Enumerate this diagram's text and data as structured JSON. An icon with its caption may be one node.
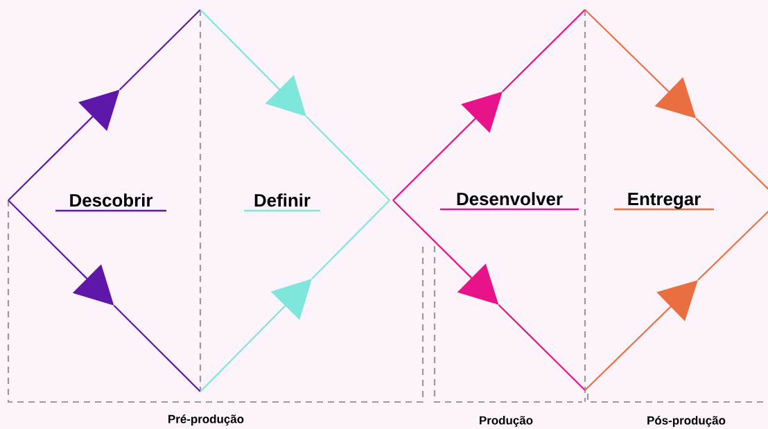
{
  "diagram": {
    "labels": [
      "Descobrir",
      "Definir",
      "Desenvolver",
      "Entregar",
      "Pré-produção",
      "Produção",
      "Pós-produção"
    ]
  }
}
